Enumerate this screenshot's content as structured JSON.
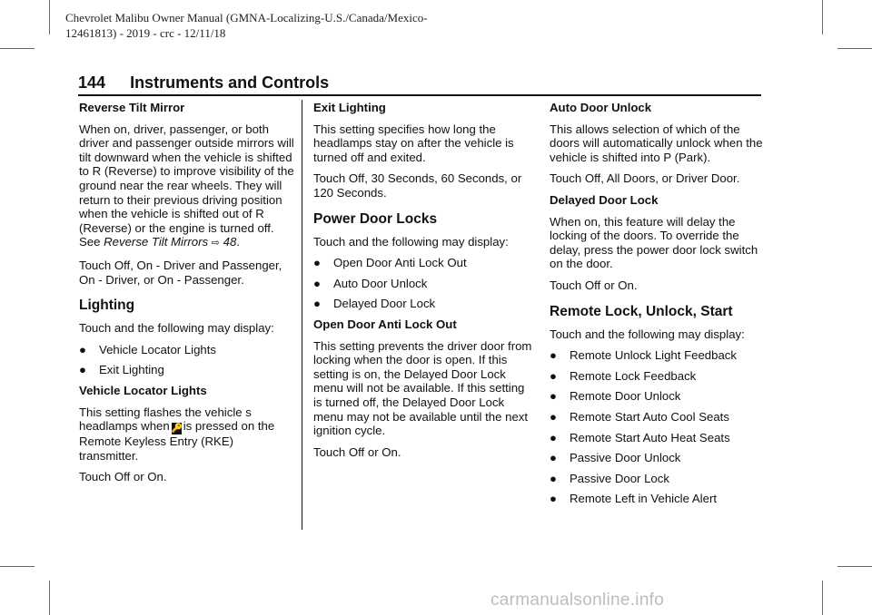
{
  "header": {
    "line1": "Chevrolet  Malibu  Owner  Manual  (GMNA-Localizing-U.S./Canada/Mexico-",
    "line2": "12461813) - 2019 - crc - 12/11/18"
  },
  "page": {
    "number": "144",
    "title": "Instruments and Controls"
  },
  "col1": {
    "reverse_tilt_heading": "Reverse Tilt Mirror",
    "reverse_tilt_text_a": "When on, driver, passenger, or both driver and passenger outside mirrors will tilt downward when the vehicle is shifted to R (Reverse) to improve visibility of the ground near the rear wheels. They will return to their previous driving position when the vehicle is shifted out of R (Reverse) or the engine is turned off. See ",
    "reverse_tilt_ref": "Reverse Tilt Mirrors",
    "reverse_tilt_ref_arrow": "⇨",
    "reverse_tilt_ref_page": "48",
    "reverse_tilt_options": "Touch Off, On - Driver and Passenger, On - Driver, or On - Passenger.",
    "lighting_heading": "Lighting",
    "lighting_intro": "Touch and the following may display:",
    "lighting_bullets": [
      "Vehicle Locator Lights",
      "Exit Lighting"
    ],
    "vll_heading": "Vehicle Locator Lights",
    "vll_text_a": "This setting flashes the vehicle s headlamps when",
    "vll_icon": "key-fob-lock-icon",
    "vll_text_b": "is pressed on the Remote Keyless Entry (RKE) transmitter.",
    "vll_options": "Touch Off or On."
  },
  "col2": {
    "exit_heading": "Exit Lighting",
    "exit_text": "This setting specifies how long the headlamps stay on after the vehicle is turned off and exited.",
    "exit_options": "Touch Off, 30 Seconds, 60 Seconds, or 120 Seconds.",
    "pdl_heading": "Power Door Locks",
    "pdl_intro": "Touch and the following may display:",
    "pdl_bullets": [
      "Open Door Anti Lock Out",
      "Auto Door Unlock",
      "Delayed Door Lock"
    ],
    "odalo_heading": "Open Door Anti Lock Out",
    "odalo_text": "This setting prevents the driver door from locking when the door is open. If this setting is on, the Delayed Door Lock menu will not be available. If this setting is turned off, the Delayed Door Lock menu may not be available until the next ignition cycle.",
    "odalo_options": "Touch Off or On."
  },
  "col3": {
    "adu_heading": "Auto Door Unlock",
    "adu_text": "This allows selection of which of the doors will automatically unlock when the vehicle is shifted into P (Park).",
    "adu_options": "Touch Off, All Doors, or Driver Door.",
    "ddl_heading": "Delayed Door Lock",
    "ddl_text": "When on, this feature will delay the locking of the doors. To override the delay, press the power door lock switch on the door.",
    "ddl_options": "Touch Off or On.",
    "rlus_heading": "Remote Lock, Unlock, Start",
    "rlus_intro": "Touch and the following may display:",
    "rlus_bullets": [
      "Remote Unlock Light Feedback",
      "Remote Lock Feedback",
      "Remote Door Unlock",
      "Remote Start Auto Cool Seats",
      "Remote Start Auto Heat Seats",
      "Passive Door Unlock",
      "Passive Door Lock",
      "Remote Left in Vehicle Alert"
    ]
  },
  "bullet_symbol": "●",
  "watermark": "carmanualsonline.info"
}
